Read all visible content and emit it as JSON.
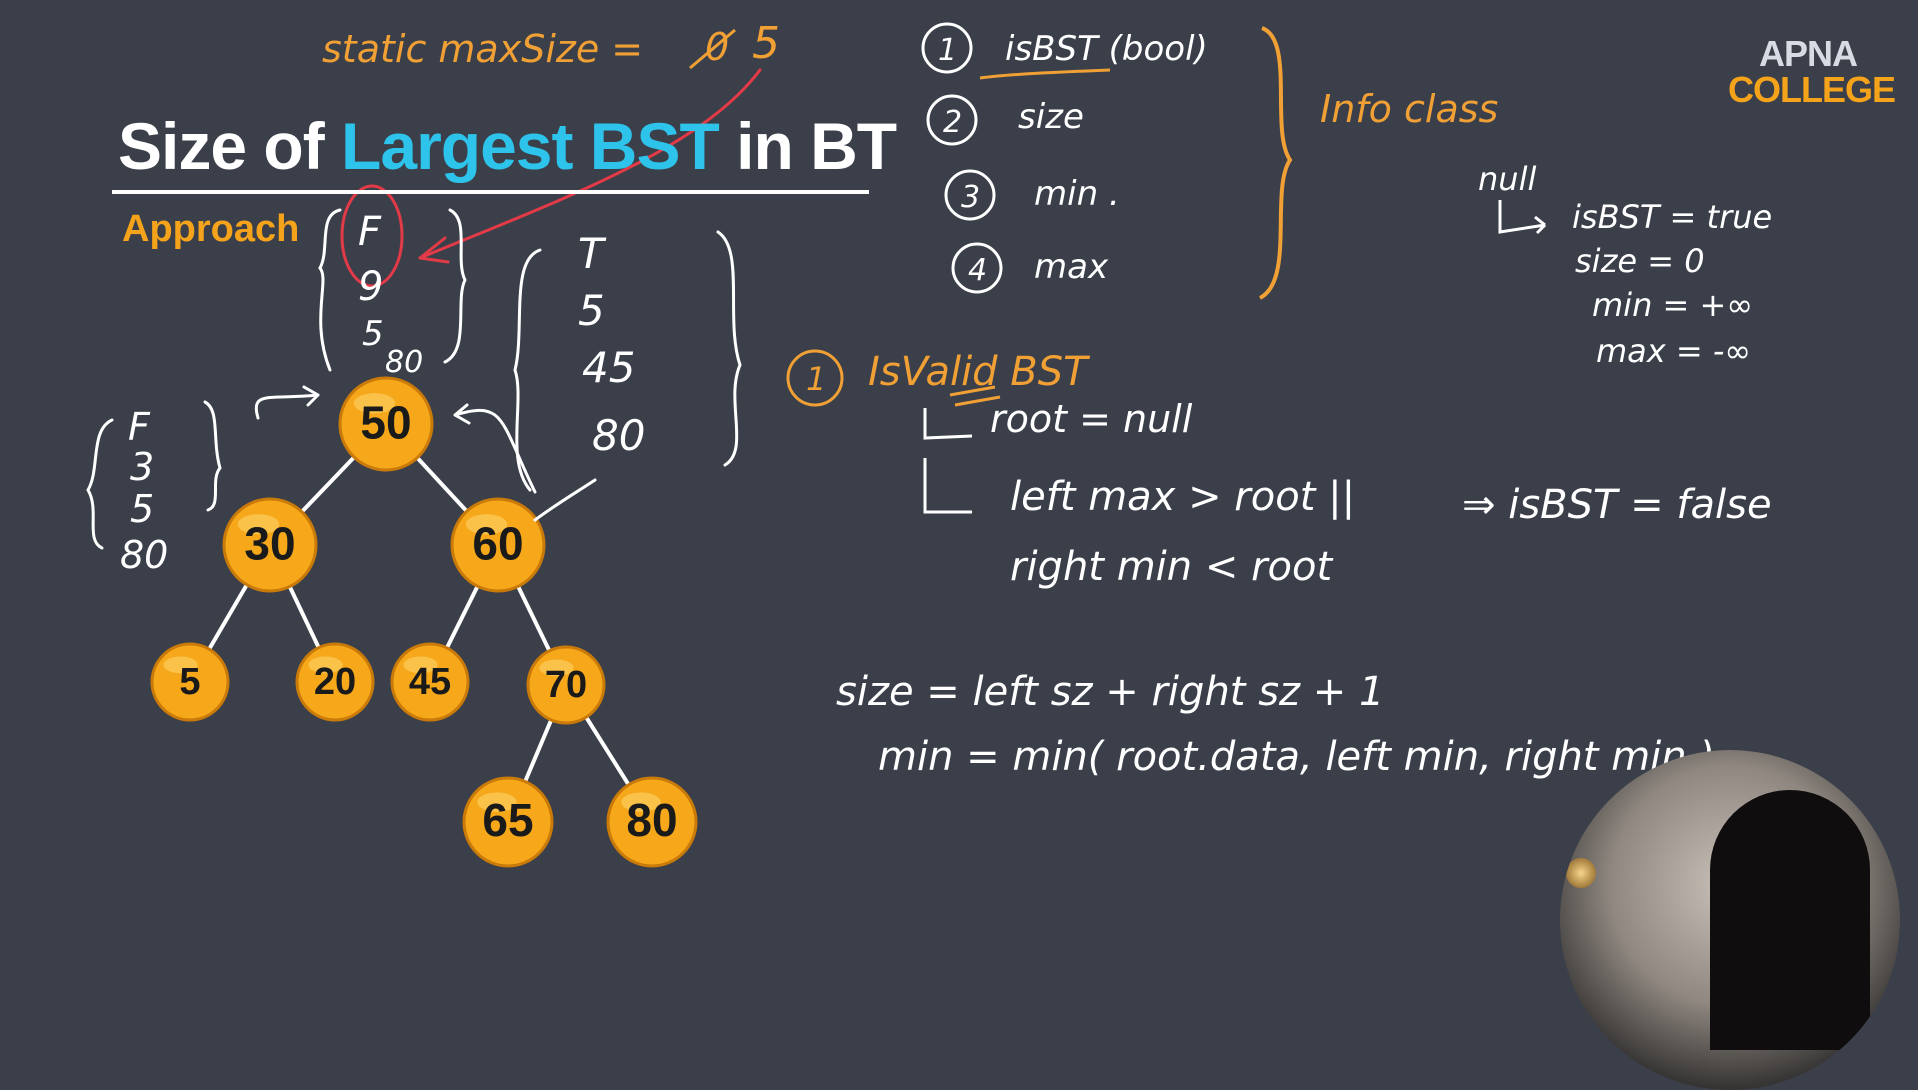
{
  "slide": {
    "title_pre": "Size of ",
    "title_highlight": "Largest BST",
    "title_post": " in BT",
    "subtitle": "Approach"
  },
  "logo": {
    "line1": "APNA",
    "line2": "COLLEGE"
  },
  "colors": {
    "board": "#3a3f4a",
    "node_fill": "#f6a81a",
    "title_highlight": "#2ec3ea",
    "annotation_orange": "#f0a035",
    "annotation_white": "#ffffff",
    "annotation_red": "#e23a46"
  },
  "tree": {
    "nodes": [
      {
        "id": "n50",
        "value": "50"
      },
      {
        "id": "n30",
        "value": "30"
      },
      {
        "id": "n60",
        "value": "60"
      },
      {
        "id": "n5",
        "value": "5"
      },
      {
        "id": "n20",
        "value": "20"
      },
      {
        "id": "n45",
        "value": "45"
      },
      {
        "id": "n70",
        "value": "70"
      },
      {
        "id": "n65",
        "value": "65"
      },
      {
        "id": "n80",
        "value": "80"
      }
    ],
    "edges": [
      [
        "n50",
        "n30"
      ],
      [
        "n50",
        "n60"
      ],
      [
        "n30",
        "n5"
      ],
      [
        "n30",
        "n20"
      ],
      [
        "n60",
        "n45"
      ],
      [
        "n60",
        "n70"
      ],
      [
        "n70",
        "n65"
      ],
      [
        "n70",
        "n80"
      ]
    ]
  },
  "notes": {
    "static_max": {
      "text": "static  maxSize =",
      "crossed": "0",
      "value": "5"
    },
    "root_info": [
      "F",
      "9",
      "5",
      "80"
    ],
    "right_info": [
      "T",
      "5",
      "45",
      "80"
    ],
    "left_info": [
      "F",
      "3",
      "5",
      "80"
    ],
    "info_items": [
      {
        "num": "1",
        "text": "isBST (bool)"
      },
      {
        "num": "2",
        "text": "size"
      },
      {
        "num": "3",
        "text": "min ."
      },
      {
        "num": "4",
        "text": "max"
      }
    ],
    "info_class": "Info class",
    "null_case": {
      "label": "null",
      "lines": [
        "isBST = true",
        "size = 0",
        "min = +∞",
        "max = -∞"
      ]
    },
    "valid_bst": {
      "num": "1",
      "title": "IsValid BST",
      "line1": "root = null",
      "line2": "left max > root ||",
      "line3": "right min < root",
      "result": "⇒ isBST = false"
    },
    "size_formula": "size = left sz + right sz + 1",
    "min_formula": "min = min( root.data, left min, right min )"
  }
}
